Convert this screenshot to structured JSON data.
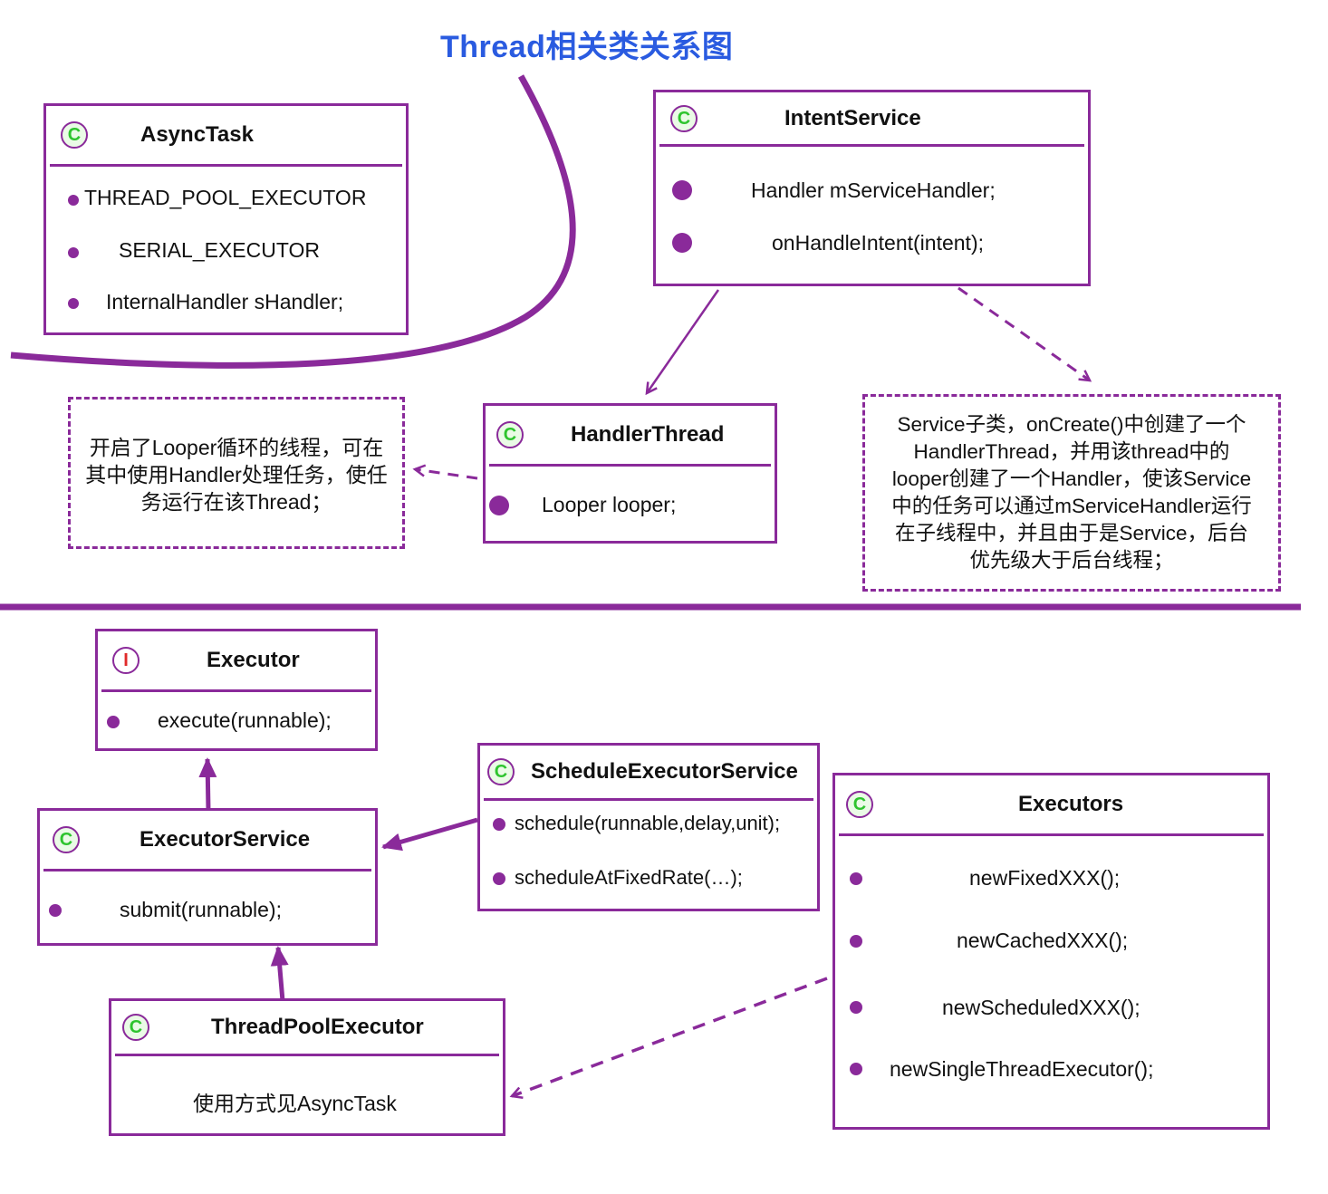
{
  "title": "Thread相关类关系图",
  "colors": {
    "accent": "#8a2a9a",
    "title": "#2a5be0",
    "class_badge": "#2ec42e",
    "interface_badge": "#e02a2a"
  },
  "badges": {
    "class": "C",
    "interface": "I"
  },
  "asynctask": {
    "name": "AsyncTask",
    "members": [
      "THREAD_POOL_EXECUTOR",
      "SERIAL_EXECUTOR",
      "InternalHandler sHandler;"
    ]
  },
  "intentservice": {
    "name": "IntentService",
    "members": [
      "Handler  mServiceHandler;",
      "onHandleIntent(intent);"
    ]
  },
  "handlerthread": {
    "name": "HandlerThread",
    "members": [
      "Looper  looper;"
    ]
  },
  "note_handlerthread": "开启了Looper循环的线程，可在\n其中使用Handler处理任务，使任\n务运行在该Thread；",
  "note_intentservice": "Service子类，onCreate()中创建了一个\nHandlerThread，并用该thread中的\nlooper创建了一个Handler，使该Service\n中的任务可以通过mServiceHandler运行\n在子线程中，并且由于是Service，后台\n优先级大于后台线程；",
  "executor": {
    "name": "Executor",
    "members": [
      "execute(runnable);"
    ]
  },
  "executorservice": {
    "name": "ExecutorService",
    "members": [
      "submit(runnable);"
    ]
  },
  "scheduleexecutorservice": {
    "name": "ScheduleExecutorService",
    "members": [
      "schedule(runnable,delay,unit);",
      "scheduleAtFixedRate(…);"
    ]
  },
  "executors": {
    "name": "Executors",
    "members": [
      "newFixedXXX();",
      "newCachedXXX();",
      "newScheduledXXX();",
      "newSingleThreadExecutor();"
    ]
  },
  "threadpoolexecutor": {
    "name": "ThreadPoolExecutor",
    "members": [
      "使用方式见AsyncTask"
    ]
  }
}
